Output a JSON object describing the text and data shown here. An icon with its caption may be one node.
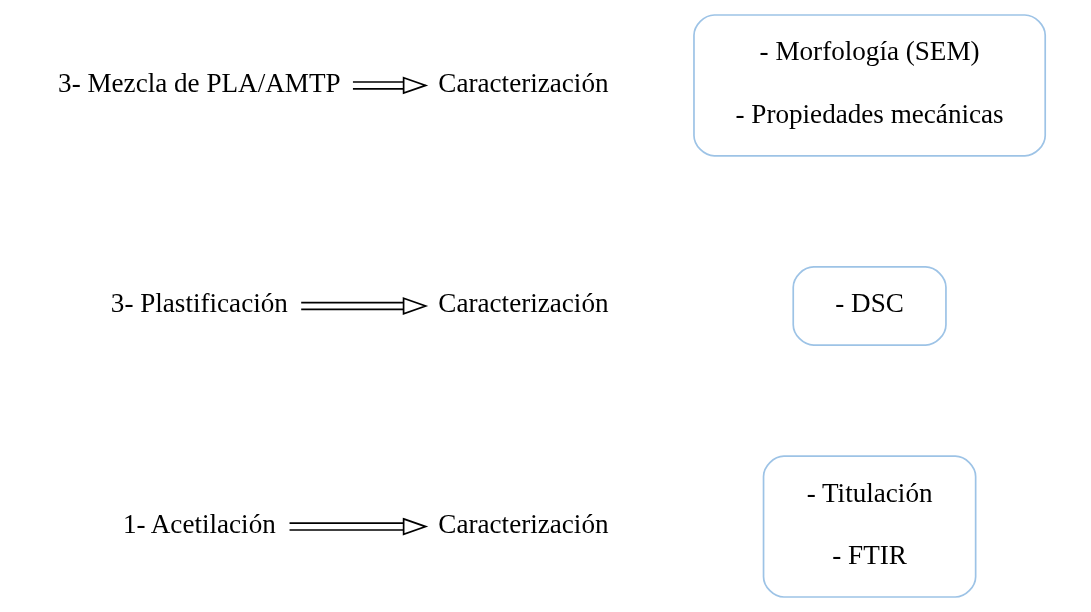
{
  "diagram": {
    "nodes": [
      {
        "text": [
          "1- Acetilación"
        ]
      },
      {
        "text": [
          "Caracterización"
        ]
      },
      {
        "text": [
          "- Titulación",
          "- FTIR"
        ]
      },
      {
        "text": [
          "3- Plastificación"
        ]
      },
      {
        "text": [
          "Caracterización"
        ]
      },
      {
        "text": [
          "- DSC"
        ]
      },
      {
        "text": [
          "3- Mezcla de PLA/AMTP"
        ]
      },
      {
        "text": [
          "Caracterización"
        ]
      },
      {
        "text": [
          "- Morfología (SEM)",
          "- Propiedades mecánicas"
        ]
      }
    ],
    "edges": [
      {
        "from": 0,
        "to": 1,
        "arrow": "to"
      },
      {
        "from": 3,
        "to": 4,
        "arrow": "to"
      },
      {
        "from": 6,
        "to": 7,
        "arrow": "to"
      }
    ]
  }
}
